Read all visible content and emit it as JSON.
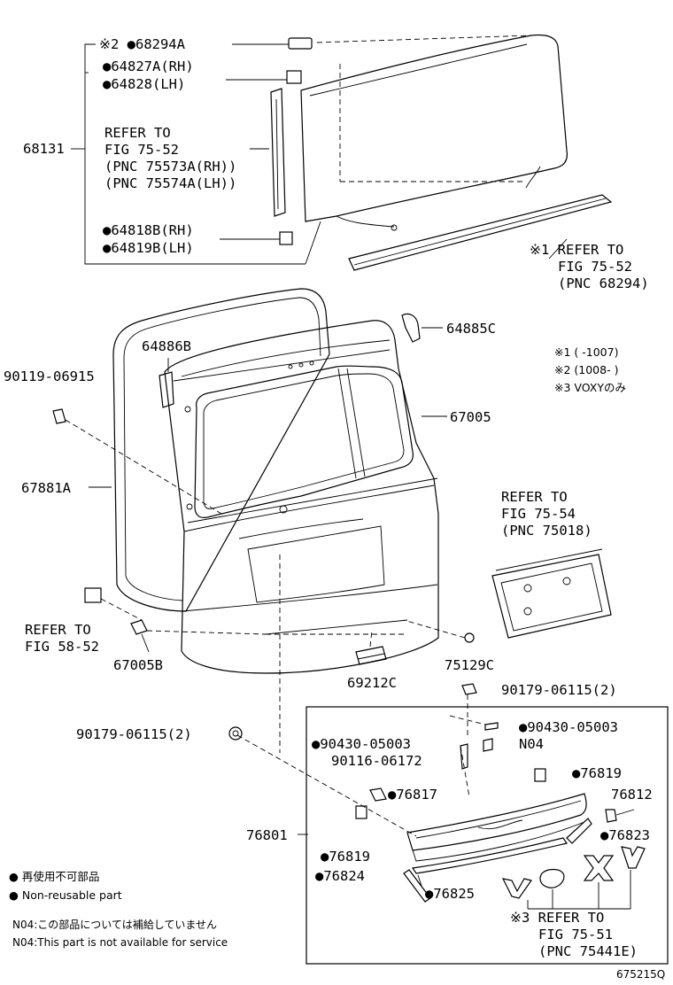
{
  "labels": {
    "p68294A": "※2 ●68294A",
    "p64827A": "●64827A(RH)",
    "p64828": "●64828(LH)",
    "p68131": "68131",
    "refer1_l1": "REFER TO",
    "refer1_l2": "FIG 75-52",
    "refer1_l3": "(PNC 75573A(RH))",
    "refer1_l4": "(PNC 75574A(LH))",
    "p64818B": "●64818B(RH)",
    "p64819B": "●64819B(LH)",
    "refer2_l1": "※1 REFER TO",
    "refer2_l2": "FIG 75-52",
    "refer2_l3": "(PNC 68294)",
    "p64886B": "64886B",
    "p64885C": "64885C",
    "p90119": "90119-06915",
    "p67005": "67005",
    "p67881A": "67881A",
    "refer3_l1": "REFER TO",
    "refer3_l2": "FIG 75-54",
    "refer3_l3": "(PNC 75018)",
    "refer4_l1": "REFER TO",
    "refer4_l2": "FIG 58-52",
    "p67005B": "67005B",
    "p69212C": "69212C",
    "p75129C": "75129C",
    "p90179a": "90179-06115(2)",
    "p90179b": "90179-06115(2)",
    "p90430a": "●90430-05003",
    "pN04": "N04",
    "p90430b": "●90430-05003",
    "p90116": "90116-06172",
    "p76819a": "●76819",
    "p76817": "●76817",
    "p76812": "76812",
    "p76801": "76801",
    "p76823": "●76823",
    "p76819b": "●76819",
    "p76824": "●76824",
    "p76825": "●76825",
    "refer5_l1": "※3 REFER TO",
    "refer5_l2": "FIG 75-51",
    "refer5_l3": "(PNC 75441E)"
  },
  "notes": {
    "n1": "※1 (     -1007)",
    "n2": "※2 (1008-     )",
    "n3": "※3 VOXYのみ"
  },
  "legend": {
    "jp": "● 再使用不可部品",
    "en": "● Non-reusable part"
  },
  "footnote": {
    "jp": "N04:この部品については補給していません",
    "en": "N04:This part is not available for service"
  },
  "figure_code": "675215Q"
}
